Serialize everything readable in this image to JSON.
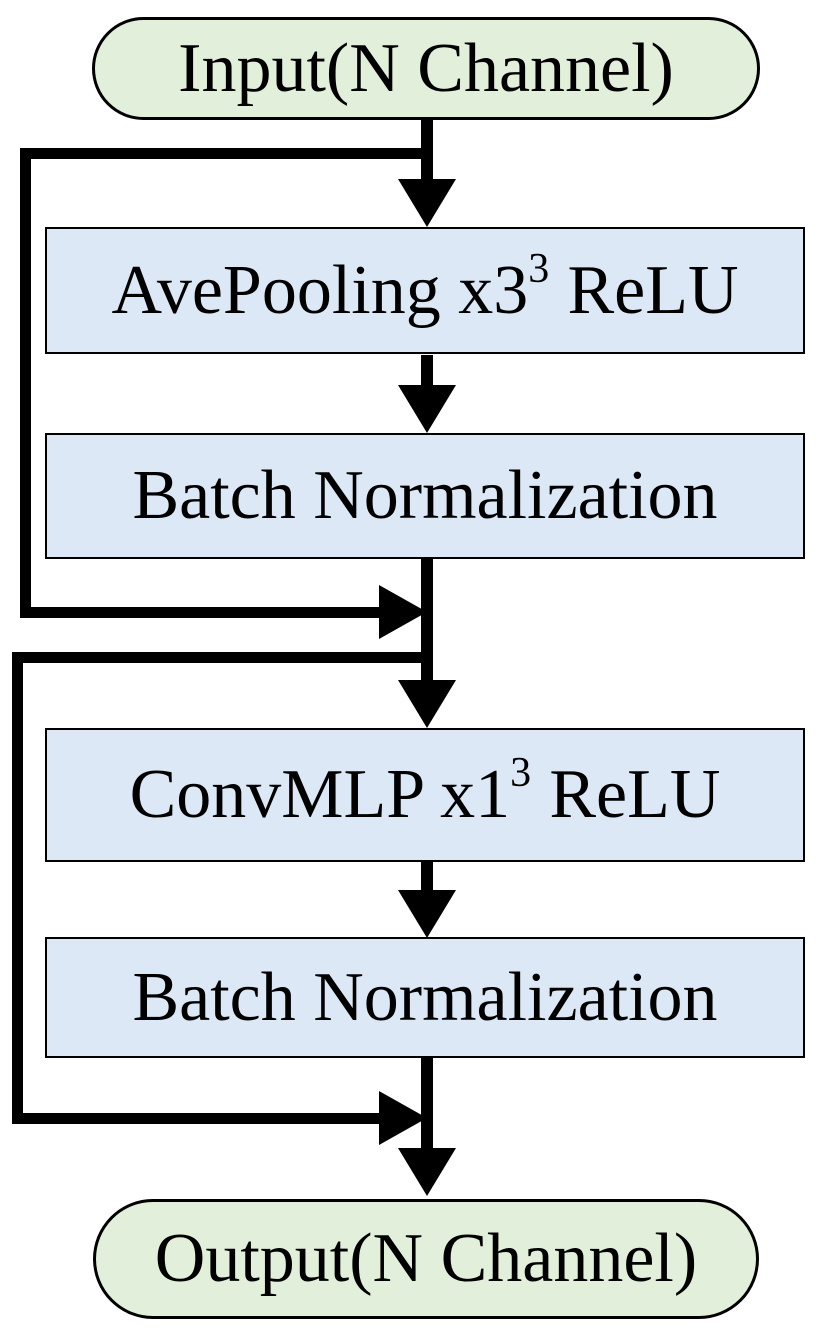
{
  "colors": {
    "terminal_fill": "#e2efda",
    "process_fill": "#dce8f5",
    "line": "#000000",
    "background": "#ffffff"
  },
  "nodes": {
    "input": {
      "label": "Input(N Channel)"
    },
    "avepooling": {
      "pre": "AvePooling x3",
      "sup": "3",
      "post": "ReLU"
    },
    "batchnorm1": {
      "label": "Batch Normalization"
    },
    "convmlp": {
      "pre": "ConvMLP x1",
      "sup": "3",
      "post": "ReLU"
    },
    "batchnorm2": {
      "label": "Batch Normalization"
    },
    "output": {
      "label": "Output(N Channel)"
    }
  },
  "edges": [
    {
      "from": "input",
      "to": "avepooling",
      "type": "main"
    },
    {
      "from": "avepooling",
      "to": "batchnorm1",
      "type": "main"
    },
    {
      "from": "batchnorm1",
      "to": "convmlp",
      "type": "main"
    },
    {
      "from": "input",
      "to": "convmlp",
      "type": "residual-skip"
    },
    {
      "from": "convmlp",
      "to": "batchnorm2",
      "type": "main"
    },
    {
      "from": "batchnorm2",
      "to": "output",
      "type": "main"
    },
    {
      "from": "batchnorm1",
      "to": "output",
      "type": "residual-skip"
    }
  ]
}
